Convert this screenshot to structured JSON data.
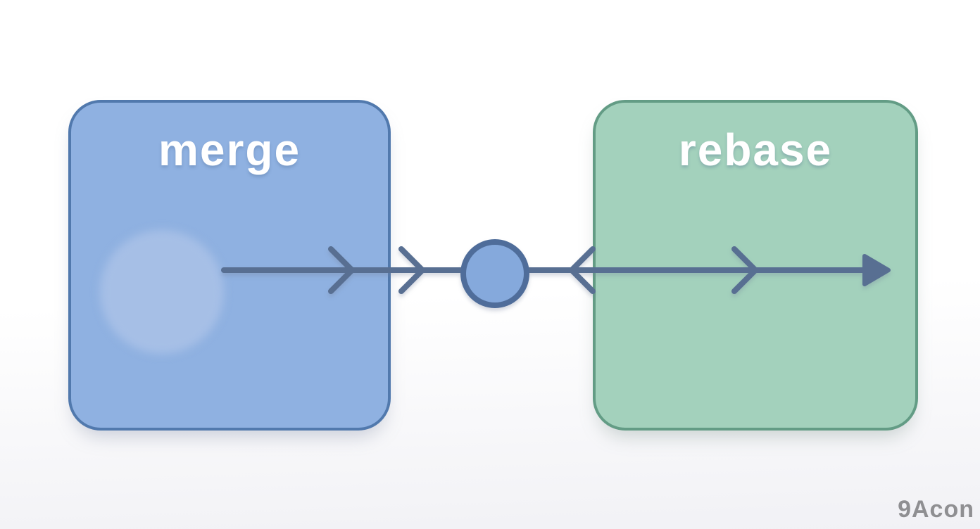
{
  "diagram": {
    "merge_box": {
      "label": "merge"
    },
    "rebase_box": {
      "label": "rebase"
    },
    "node": "commit-node",
    "watermark": "9Acon"
  },
  "colors": {
    "merge-box-fill": "#8fb1e1",
    "merge-box-border": "#5179ad",
    "rebase-box-fill": "#a3d1bc",
    "rebase-box-border": "#639c85",
    "highlight-fill": "#a6bfe6",
    "arrow-color": "#586f92",
    "node-fill": "#85a9dc",
    "node-stroke": "#4f6d9a",
    "label-color": "#ffffff",
    "watermark-color": "#8f8f92",
    "background-top": "#ffffff",
    "background-bottom": "#f1f1f5"
  }
}
